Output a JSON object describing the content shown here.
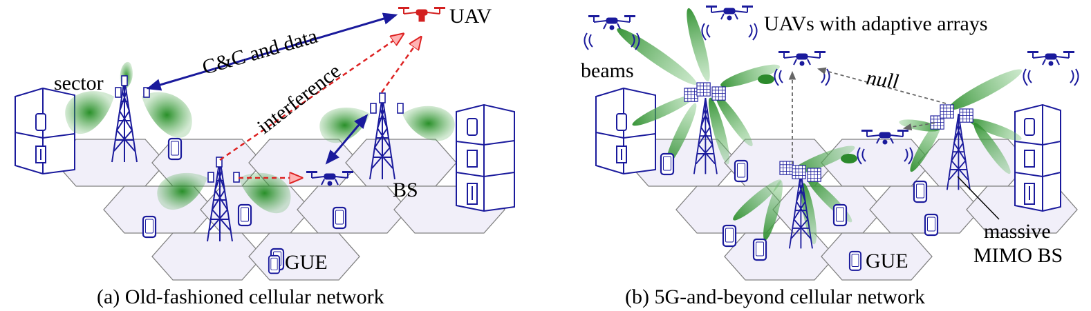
{
  "colors": {
    "blue": "#1a1a9c",
    "red": "#dd2222",
    "green": "#3f9a3f",
    "cell_fill": "#f1eff9",
    "cell_edge": "#7a7a7a",
    "null_arrow": "#666666"
  },
  "icons": [
    "uav-icon",
    "tower-icon",
    "building-icon",
    "phone-icon",
    "antenna-array-icon",
    "beam-lobe"
  ],
  "panel_a": {
    "caption": "(a) Old-fashioned cellular network",
    "labels": {
      "uav": "UAV",
      "cc_and_data": "C&C and data",
      "interference": "interference",
      "sector": "sector",
      "bs": "BS",
      "gue": "GUE"
    }
  },
  "panel_b": {
    "caption": "(b) 5G-and-beyond cellular network",
    "labels": {
      "uavs": "UAVs with adaptive arrays",
      "beams": "beams",
      "null": "null",
      "massive_1": "massive",
      "massive_2": "MIMO BS",
      "gue": "GUE"
    }
  }
}
